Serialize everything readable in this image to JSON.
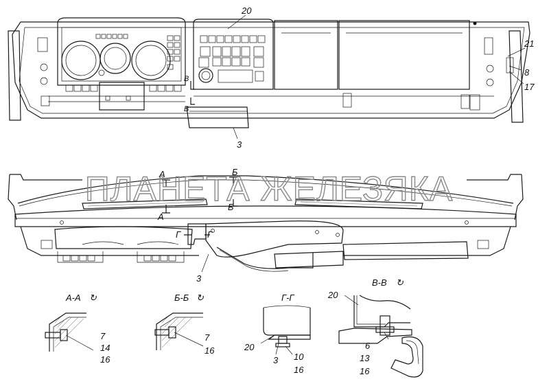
{
  "watermark": "ПЛАНЕТА ЖЕЛЕЗЯКА",
  "top_view": {
    "callouts": [
      "20",
      "21",
      "8",
      "17",
      "3"
    ],
    "section_marks": [
      "В",
      "В"
    ]
  },
  "front_view": {
    "callouts": [
      "3"
    ],
    "section_marks": [
      "А",
      "А",
      "Б",
      "Б",
      "Г",
      "Г"
    ]
  },
  "details": [
    {
      "title": "А-А",
      "callouts": [
        "7",
        "14",
        "16"
      ]
    },
    {
      "title": "Б-Б",
      "callouts": [
        "7",
        "16"
      ]
    },
    {
      "title": "Г-Г",
      "callouts": [
        "20",
        "3",
        "10",
        "16"
      ]
    },
    {
      "title": "В-В",
      "callouts": [
        "20",
        "6",
        "13",
        "16"
      ]
    }
  ]
}
